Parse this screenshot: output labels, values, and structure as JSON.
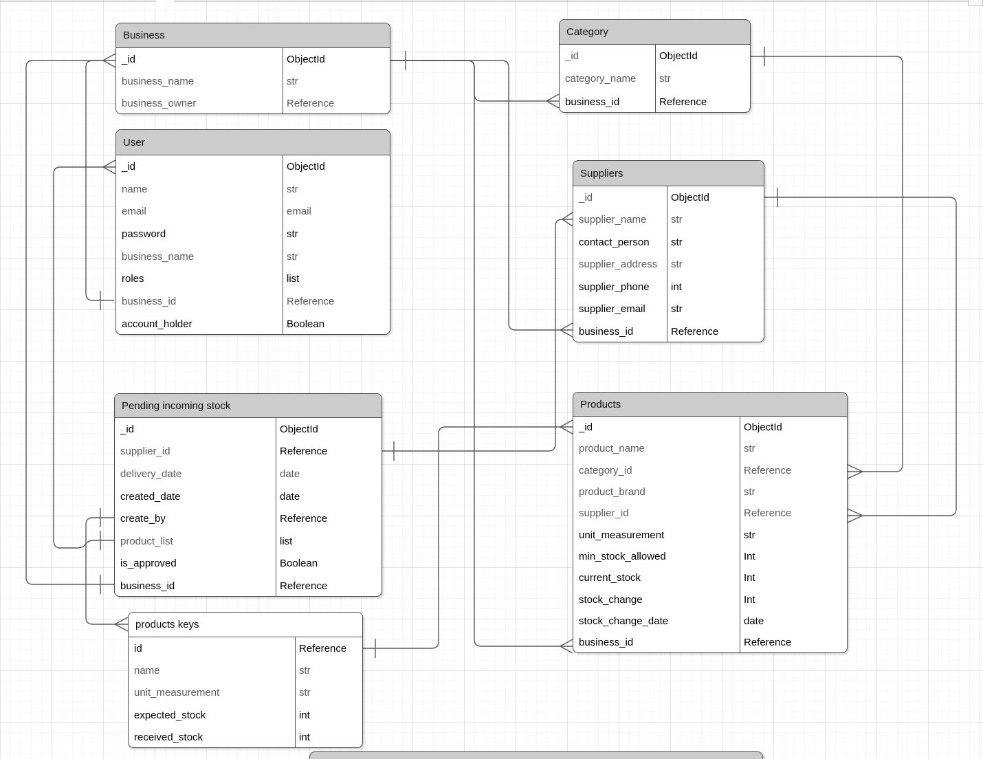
{
  "app": {
    "kind": "er-diagram-canvas",
    "edge_color": "#595959",
    "table_border_color": "#4d4d4d",
    "default_header_fill": "#cccccc",
    "muted_text_color": "#5a5a5a",
    "text_color": "#000000"
  },
  "tables": [
    {
      "title": "Business",
      "header_fill": "#cccccc",
      "rows": [
        {
          "name": "_id",
          "type": "ObjectId",
          "name_muted": false,
          "type_muted": false
        },
        {
          "name": "business_name",
          "type": "str",
          "name_muted": true,
          "type_muted": true
        },
        {
          "name": "business_owner",
          "type": "Reference",
          "name_muted": true,
          "type_muted": true
        }
      ]
    },
    {
      "title": "User",
      "header_fill": "#cccccc",
      "rows": [
        {
          "name": "_id",
          "type": "ObjectId",
          "name_muted": false,
          "type_muted": false
        },
        {
          "name": "name",
          "type": "str",
          "name_muted": true,
          "type_muted": true
        },
        {
          "name": "email",
          "type": "email",
          "name_muted": true,
          "type_muted": true
        },
        {
          "name": "password",
          "type": "str",
          "name_muted": false,
          "type_muted": false
        },
        {
          "name": "business_name",
          "type": "str",
          "name_muted": true,
          "type_muted": true
        },
        {
          "name": "roles",
          "type": "list",
          "name_muted": false,
          "type_muted": false
        },
        {
          "name": "business_id",
          "type": "Reference",
          "name_muted": true,
          "type_muted": true
        },
        {
          "name": "account_holder",
          "type": "Boolean",
          "name_muted": false,
          "type_muted": false
        }
      ]
    },
    {
      "title": "Category",
      "header_fill": "#cccccc",
      "rows": [
        {
          "name": "_id",
          "type": "ObjectId",
          "name_muted": true,
          "type_muted": false
        },
        {
          "name": "category_name",
          "type": "str",
          "name_muted": true,
          "type_muted": true
        },
        {
          "name": "business_id",
          "type": "Reference",
          "name_muted": false,
          "type_muted": false
        }
      ]
    },
    {
      "title": "Suppliers",
      "header_fill": "#cccccc",
      "rows": [
        {
          "name": "_id",
          "type": "ObjectId",
          "name_muted": true,
          "type_muted": false
        },
        {
          "name": "supplier_name",
          "type": "str",
          "name_muted": true,
          "type_muted": true
        },
        {
          "name": "contact_person",
          "type": "str",
          "name_muted": false,
          "type_muted": false
        },
        {
          "name": "supplier_address",
          "type": "str",
          "name_muted": true,
          "type_muted": true
        },
        {
          "name": "supplier_phone",
          "type": "int",
          "name_muted": false,
          "type_muted": false
        },
        {
          "name": "supplier_email",
          "type": "str",
          "name_muted": false,
          "type_muted": false
        },
        {
          "name": "business_id",
          "type": "Reference",
          "name_muted": false,
          "type_muted": false
        }
      ]
    },
    {
      "title": "Pending incoming stock",
      "header_fill": "#cccccc",
      "rows": [
        {
          "name": "_id",
          "type": "ObjectId",
          "name_muted": false,
          "type_muted": false
        },
        {
          "name": "supplier_id",
          "type": "Reference",
          "name_muted": true,
          "type_muted": false
        },
        {
          "name": "delivery_date",
          "type": "date",
          "name_muted": true,
          "type_muted": true
        },
        {
          "name": "created_date",
          "type": "date",
          "name_muted": false,
          "type_muted": false
        },
        {
          "name": "create_by",
          "type": "Reference",
          "name_muted": false,
          "type_muted": false
        },
        {
          "name": "product_list",
          "type": "list",
          "name_muted": true,
          "type_muted": false
        },
        {
          "name": "is_approved",
          "type": "Boolean",
          "name_muted": false,
          "type_muted": false
        },
        {
          "name": "business_id",
          "type": "Reference",
          "name_muted": false,
          "type_muted": false
        }
      ]
    },
    {
      "title": "Products",
      "header_fill": "#cccccc",
      "rows": [
        {
          "name": "_id",
          "type": "ObjectId",
          "name_muted": false,
          "type_muted": false
        },
        {
          "name": "product_name",
          "type": "str",
          "name_muted": true,
          "type_muted": true
        },
        {
          "name": "category_id",
          "type": "Reference",
          "name_muted": true,
          "type_muted": true
        },
        {
          "name": "product_brand",
          "type": "str",
          "name_muted": true,
          "type_muted": true
        },
        {
          "name": "supplier_id",
          "type": "Reference",
          "name_muted": true,
          "type_muted": true
        },
        {
          "name": "unit_measurement",
          "type": "str",
          "name_muted": false,
          "type_muted": false
        },
        {
          "name": "min_stock_allowed",
          "type": "Int",
          "name_muted": false,
          "type_muted": false
        },
        {
          "name": "current_stock",
          "type": "Int",
          "name_muted": false,
          "type_muted": false
        },
        {
          "name": "stock_change",
          "type": "Int",
          "name_muted": false,
          "type_muted": false
        },
        {
          "name": "stock_change_date",
          "type": "date",
          "name_muted": false,
          "type_muted": false
        },
        {
          "name": "business_id",
          "type": "Reference",
          "name_muted": false,
          "type_muted": false
        }
      ]
    },
    {
      "title": "products keys",
      "header_fill": "#ffffff",
      "rows": [
        {
          "name": "id",
          "type": "Reference",
          "name_muted": false,
          "type_muted": false
        },
        {
          "name": "name",
          "type": "str",
          "name_muted": true,
          "type_muted": true
        },
        {
          "name": "unit_measurement",
          "type": "str",
          "name_muted": true,
          "type_muted": true
        },
        {
          "name": "expected_stock",
          "type": "int",
          "name_muted": false,
          "type_muted": false
        },
        {
          "name": "received_stock",
          "type": "int",
          "name_muted": false,
          "type_muted": false
        }
      ]
    }
  ],
  "relationships": [
    {
      "from": "User.business_id",
      "to": "Business._id",
      "from_marker": "one-tick",
      "to_marker": "crow-foot"
    },
    {
      "from": "Pending incoming stock.business_id",
      "to": "Business._id",
      "from_marker": "one-tick",
      "to_marker": "crow-foot"
    },
    {
      "from": "Pending incoming stock.product_list",
      "to": "User._id",
      "from_marker": "one-tick",
      "to_marker": "crow-foot"
    },
    {
      "from": "Pending incoming stock.create_by",
      "to": "products keys",
      "from_marker": "one-tick",
      "to_marker": "crow-foot"
    },
    {
      "from": "Business._id",
      "to": "Category.business_id",
      "from_marker": "one-tick",
      "to_marker": "crow-foot"
    },
    {
      "from": "Business._id",
      "to": "Suppliers.business_id",
      "from_marker": "one-tick",
      "to_marker": "crow-foot"
    },
    {
      "from": "Business._id",
      "to": "Products.business_id",
      "from_marker": "one-tick",
      "to_marker": "crow-foot"
    },
    {
      "from": "Pending incoming stock.supplier_id",
      "to": "Suppliers.supplier_name",
      "from_marker": "one-tick",
      "to_marker": "crow-foot"
    },
    {
      "from": "products keys.id",
      "to": "Products._id",
      "from_marker": "one-tick",
      "to_marker": "crow-foot"
    },
    {
      "from": "Category._id",
      "to": "Products.category_id",
      "from_marker": "one-tick",
      "to_marker": "open-arrow"
    },
    {
      "from": "Suppliers._id",
      "to": "Products.supplier_id",
      "from_marker": "one-tick",
      "to_marker": "open-arrow"
    }
  ]
}
